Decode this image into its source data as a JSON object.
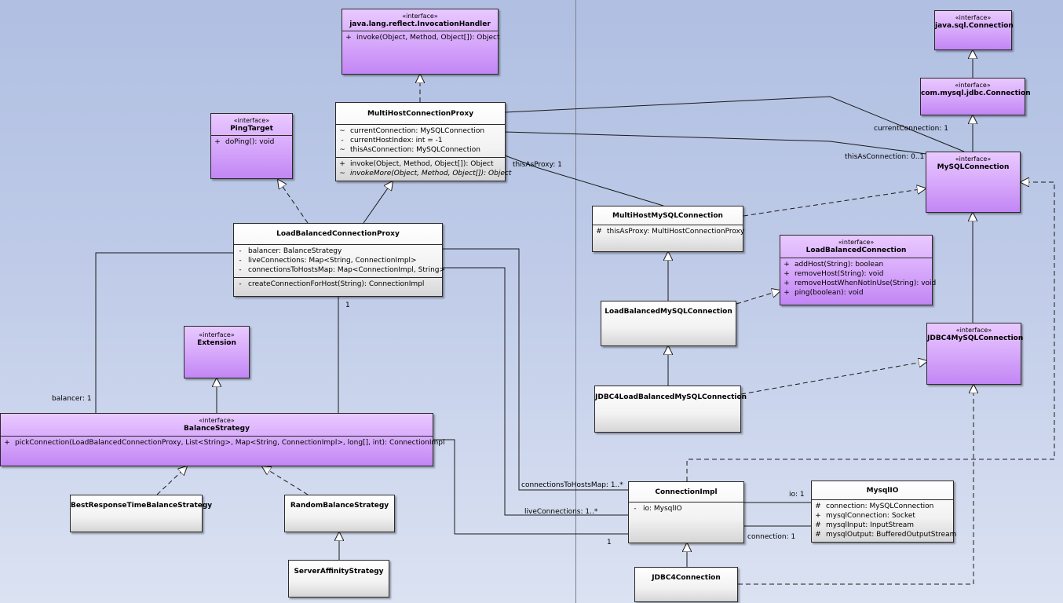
{
  "colors": {
    "interface": "#d7a9fb",
    "class": "#f2f2f2",
    "line": "#1a1a1a",
    "background": "#bfcbe8"
  },
  "classes": {
    "invocation_handler": {
      "stereotype": "«interface»",
      "name": "java.lang.reflect.InvocationHandler",
      "operations": [
        {
          "vis": "+",
          "text": "invoke(Object, Method, Object[]): Object"
        }
      ]
    },
    "multi_host_proxy": {
      "name": "MultiHostConnectionProxy",
      "attributes": [
        {
          "vis": "~",
          "text": "currentConnection: MySQLConnection"
        },
        {
          "vis": "-",
          "text": "currentHostIndex: int = -1"
        },
        {
          "vis": "~",
          "text": "thisAsConnection: MySQLConnection"
        }
      ],
      "operations": [
        {
          "vis": "+",
          "text": "invoke(Object, Method, Object[]): Object"
        },
        {
          "vis": "~",
          "text": "invokeMore(Object, Method, Object[]): Object"
        }
      ]
    },
    "ping_target": {
      "stereotype": "«interface»",
      "name": "PingTarget",
      "operations": [
        {
          "vis": "+",
          "text": "doPing(): void"
        }
      ]
    },
    "lb_proxy": {
      "name": "LoadBalancedConnectionProxy",
      "attributes": [
        {
          "vis": "-",
          "text": "balancer: BalanceStrategy"
        },
        {
          "vis": "-",
          "text": "liveConnections: Map<String, ConnectionImpl>"
        },
        {
          "vis": "-",
          "text": "connectionsToHostsMap: Map<ConnectionImpl, String>"
        }
      ],
      "operations": [
        {
          "vis": "-",
          "text": "createConnectionForHost(String): ConnectionImpl"
        }
      ]
    },
    "extension": {
      "stereotype": "«interface»",
      "name": "Extension"
    },
    "balance_strategy": {
      "stereotype": "«interface»",
      "name": "BalanceStrategy",
      "operations": [
        {
          "vis": "+",
          "text": "pickConnection(LoadBalancedConnectionProxy, List<String>, Map<String, ConnectionImpl>, long[], int): ConnectionImpl"
        }
      ]
    },
    "best_response": {
      "name": "BestResponseTimeBalanceStrategy"
    },
    "random_strategy": {
      "name": "RandomBalanceStrategy"
    },
    "server_affinity": {
      "name": "ServerAffinityStrategy"
    },
    "sql_connection": {
      "stereotype": "«interface»",
      "name": "java.sql.Connection"
    },
    "jdbc_connection": {
      "stereotype": "«interface»",
      "name": "com.mysql.jdbc.Connection"
    },
    "mysql_connection": {
      "stereotype": "«interface»",
      "name": "MySQLConnection"
    },
    "multi_host_mysql": {
      "name": "MultiHostMySQLConnection",
      "attributes": [
        {
          "vis": "#",
          "text": "thisAsProxy: MultiHostConnectionProxy"
        }
      ]
    },
    "lb_connection": {
      "stereotype": "«interface»",
      "name": "LoadBalancedConnection",
      "operations": [
        {
          "vis": "+",
          "text": "addHost(String): boolean"
        },
        {
          "vis": "+",
          "text": "removeHost(String): void"
        },
        {
          "vis": "+",
          "text": "removeHostWhenNotInUse(String): void"
        },
        {
          "vis": "+",
          "text": "ping(boolean): void"
        }
      ]
    },
    "lb_mysql": {
      "name": "LoadBalancedMySQLConnection"
    },
    "jdbc4_mysql": {
      "stereotype": "«interface»",
      "name": "JDBC4MySQLConnection"
    },
    "jdbc4_lb_mysql": {
      "name": "JDBC4LoadBalancedMySQLConnection"
    },
    "connection_impl": {
      "name": "ConnectionImpl",
      "attributes": [
        {
          "vis": "-",
          "text": "io: MysqlIO"
        }
      ]
    },
    "mysql_io": {
      "name": "MysqlIO",
      "attributes": [
        {
          "vis": "#",
          "text": "connection: MySQLConnection"
        },
        {
          "vis": "+",
          "text": "mysqlConnection: Socket"
        },
        {
          "vis": "#",
          "text": "mysqlInput: InputStream"
        },
        {
          "vis": "#",
          "text": "mysqlOutput: BufferedOutputStream"
        }
      ]
    },
    "jdbc4_connection": {
      "name": "JDBC4Connection"
    }
  },
  "labels": {
    "this_as_proxy": "thisAsProxy: 1",
    "current_connection": "currentConnection: 1",
    "this_as_connection": "thisAsConnection: 0..1",
    "balancer": "balancer: 1",
    "lb_proxy_mult": "1",
    "conn_to_hosts": "connectionsToHostsMap: 1..*",
    "live_connections": "liveConnections: 1..*",
    "strategy_mult": "1",
    "io": "io: 1",
    "connection": "connection: 1"
  }
}
